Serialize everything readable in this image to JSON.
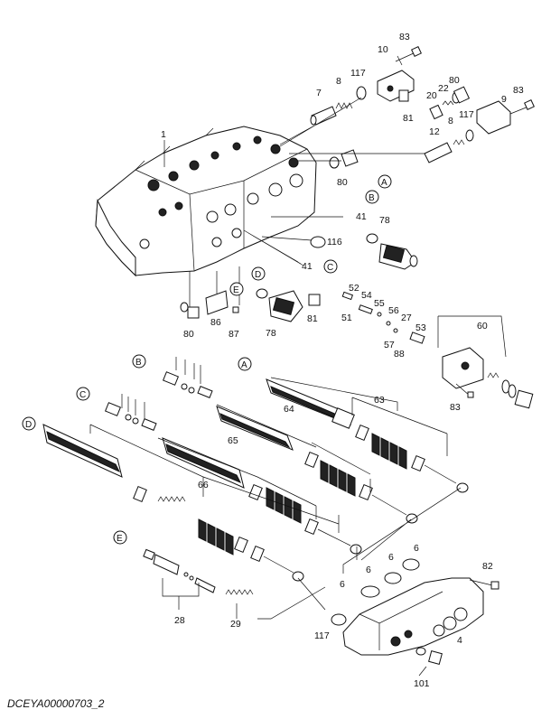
{
  "caption": "DCEYA00000703_2",
  "callouts": [
    "1",
    "4",
    "6",
    "7",
    "8",
    "9",
    "10",
    "12",
    "20",
    "22",
    "27",
    "28",
    "29",
    "41",
    "51",
    "52",
    "53",
    "54",
    "55",
    "56",
    "57",
    "60",
    "63",
    "64",
    "65",
    "66",
    "78",
    "80",
    "81",
    "82",
    "83",
    "86",
    "87",
    "88",
    "101",
    "116",
    "117"
  ],
  "circle_markers": [
    "A",
    "B",
    "C",
    "D",
    "E"
  ]
}
